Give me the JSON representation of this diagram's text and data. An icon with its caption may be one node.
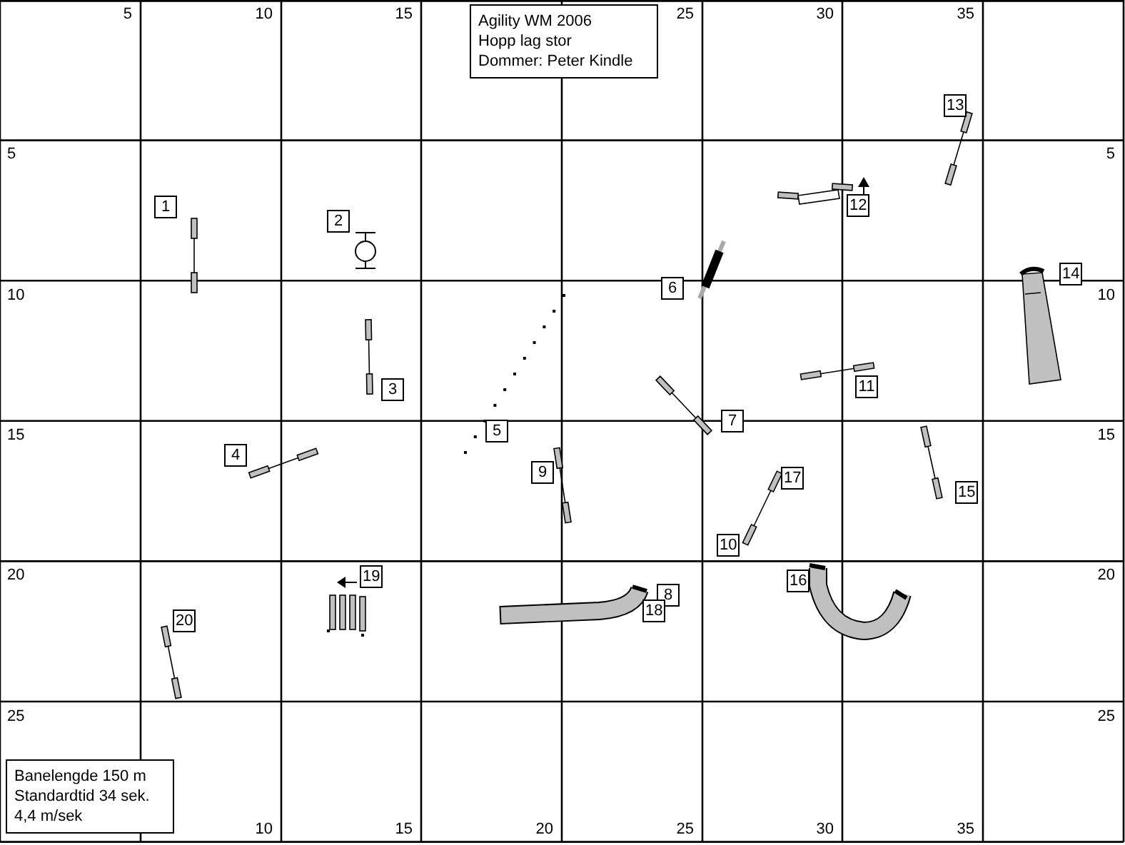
{
  "diagram": {
    "nodes": [
      {
        "text": [
          "Agility WM 2006",
          "Hopp lag stor",
          "Dommer: Peter Kindle"
        ]
      },
      {
        "text": [
          "Banelengde 150 m",
          "Standardtid 34 sek.",
          "4,4 m/sek"
        ]
      },
      {
        "text": [
          "1"
        ]
      },
      {
        "text": [
          "2"
        ]
      },
      {
        "text": [
          "3"
        ]
      },
      {
        "text": [
          "4"
        ]
      },
      {
        "text": [
          "5"
        ]
      },
      {
        "text": [
          "6"
        ]
      },
      {
        "text": [
          "7"
        ]
      },
      {
        "text": [
          "8"
        ]
      },
      {
        "text": [
          "9"
        ]
      },
      {
        "text": [
          "10"
        ]
      },
      {
        "text": [
          "11"
        ]
      },
      {
        "text": [
          "12"
        ]
      },
      {
        "text": [
          "13"
        ]
      },
      {
        "text": [
          "14"
        ]
      },
      {
        "text": [
          "15"
        ]
      },
      {
        "text": [
          "16"
        ]
      },
      {
        "text": [
          "17"
        ]
      },
      {
        "text": [
          "18"
        ]
      },
      {
        "text": [
          "19"
        ]
      },
      {
        "text": [
          "20"
        ]
      }
    ],
    "labels": [
      "5",
      "10",
      "15",
      "25",
      "30",
      "35",
      "5",
      "5",
      "10",
      "10",
      "15",
      "15",
      "20",
      "20",
      "25",
      "25",
      "10",
      "15",
      "20",
      "25",
      "30",
      "35"
    ]
  }
}
